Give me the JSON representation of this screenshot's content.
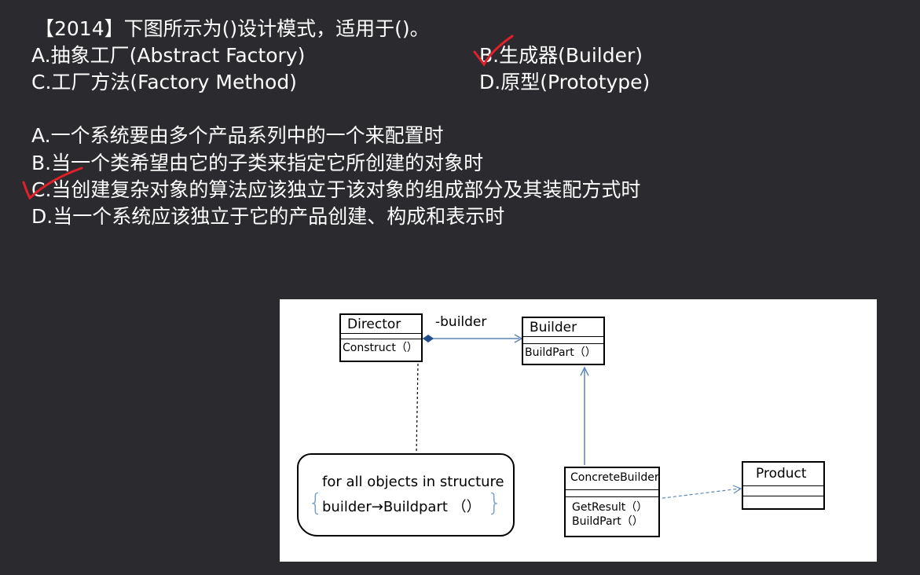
{
  "question": {
    "stem": "【2014】下图所示为()设计模式，适用于()。",
    "options_pattern": [
      {
        "text": "A.抽象工厂(Abstract Factory)"
      },
      {
        "text": "B.生成器(Builder)"
      },
      {
        "text": "C.工厂方法(Factory Method)"
      },
      {
        "text": "D.原型(Prototype)"
      }
    ],
    "options_usage": [
      {
        "text": "A.一个系统要由多个产品系列中的一个来配置时"
      },
      {
        "text": "B.当一个类希望由它的子类来指定它所创建的对象时"
      },
      {
        "text": "C.当创建复杂对象的算法应该独立于该对象的组成部分及其装配方式时"
      },
      {
        "text": "D.当一个系统应该独立于它的产品创建、构成和表示时"
      }
    ]
  },
  "marks": {
    "color": "#e0202a"
  },
  "diagram": {
    "director": {
      "name": "Director",
      "op": "Construct（）"
    },
    "assoc_label": "-builder",
    "builder": {
      "name": "Builder",
      "op": "BuildPart（）"
    },
    "concrete_builder": {
      "name": "ConcreteBuilder",
      "ops": [
        "GetResult（）",
        "BuildPart（）"
      ]
    },
    "product": {
      "name": "Product"
    },
    "note": {
      "line1": "for all objects in structure",
      "line2": "builder→Buildpart （）"
    },
    "line_color": "#5b86b8"
  }
}
